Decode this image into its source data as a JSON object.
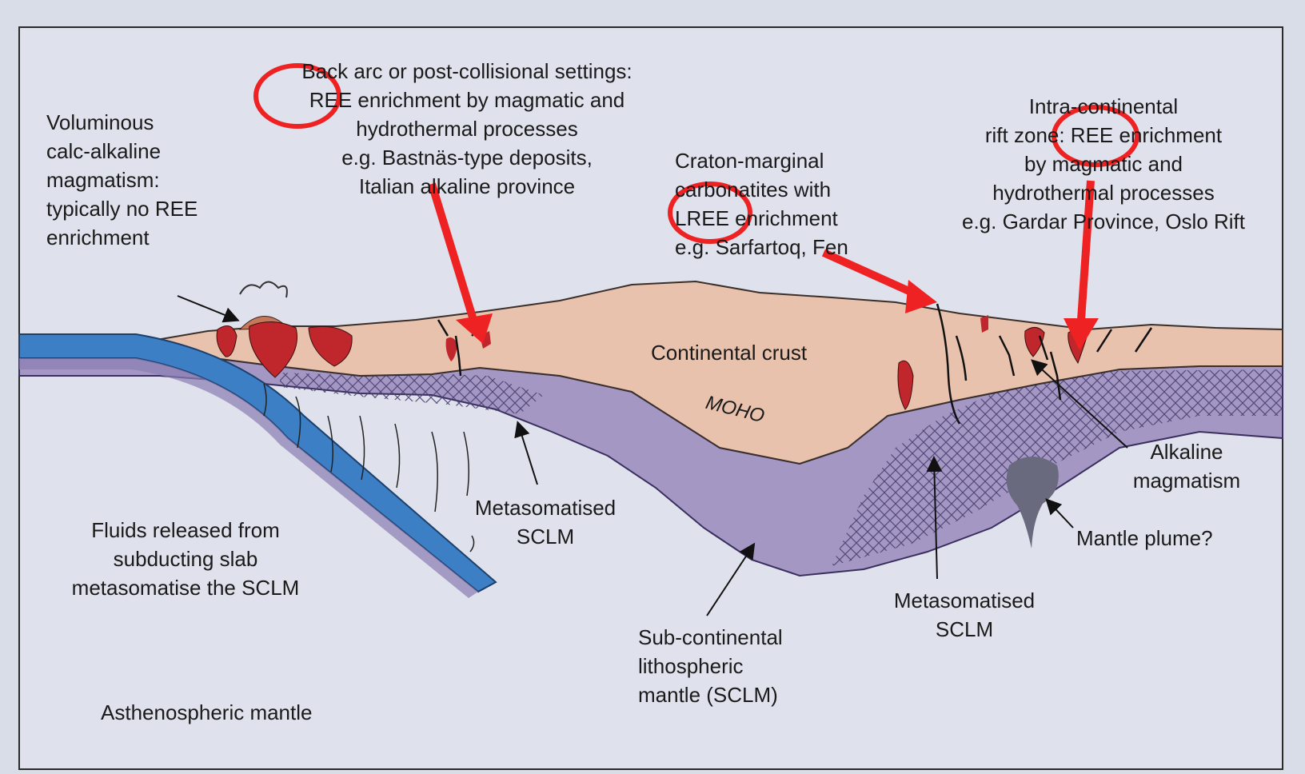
{
  "labels": {
    "voluminous": [
      "Voluminous",
      "calc-alkaline",
      "magmatism:",
      "typically no REE",
      "enrichment"
    ],
    "backarc": [
      "Back arc or post-collisional settings:",
      "REE enrichment by magmatic and",
      "hydrothermal processes",
      "e.g. Bastnäs-type deposits,",
      "Italian alkaline province"
    ],
    "craton": [
      "Craton-marginal",
      "carbonatites with",
      "LREE enrichment",
      "e.g. Sarfartoq, Fen"
    ],
    "rift": [
      "Intra-continental",
      "rift zone: REE enrichment",
      "by magmatic and",
      "hydrothermal processes",
      "e.g. Gardar Province, Oslo Rift"
    ],
    "continental_crust": "Continental crust",
    "moho": "MOHO",
    "alkaline": [
      "Alkaline",
      "magmatism"
    ],
    "plume": "Mantle plume?",
    "metasom_left": [
      "Metasomatised",
      "SCLM"
    ],
    "metasom_right": [
      "Metasomatised",
      "SCLM"
    ],
    "fluids": [
      "Fluids released from",
      "subducting slab",
      "metasomatise the SCLM"
    ],
    "sclm": [
      "Sub-continental",
      "lithospheric",
      "mantle (SCLM)"
    ],
    "asthenosphere": "Asthenospheric mantle"
  },
  "colors": {
    "background": "#d9dde8",
    "crust": "#e8c2ad",
    "sclm": "#a597c4",
    "slab": "#3c7fc4",
    "magma": "#c0272c",
    "arrow": "#ee2222",
    "plume": "#6a6a7e"
  }
}
